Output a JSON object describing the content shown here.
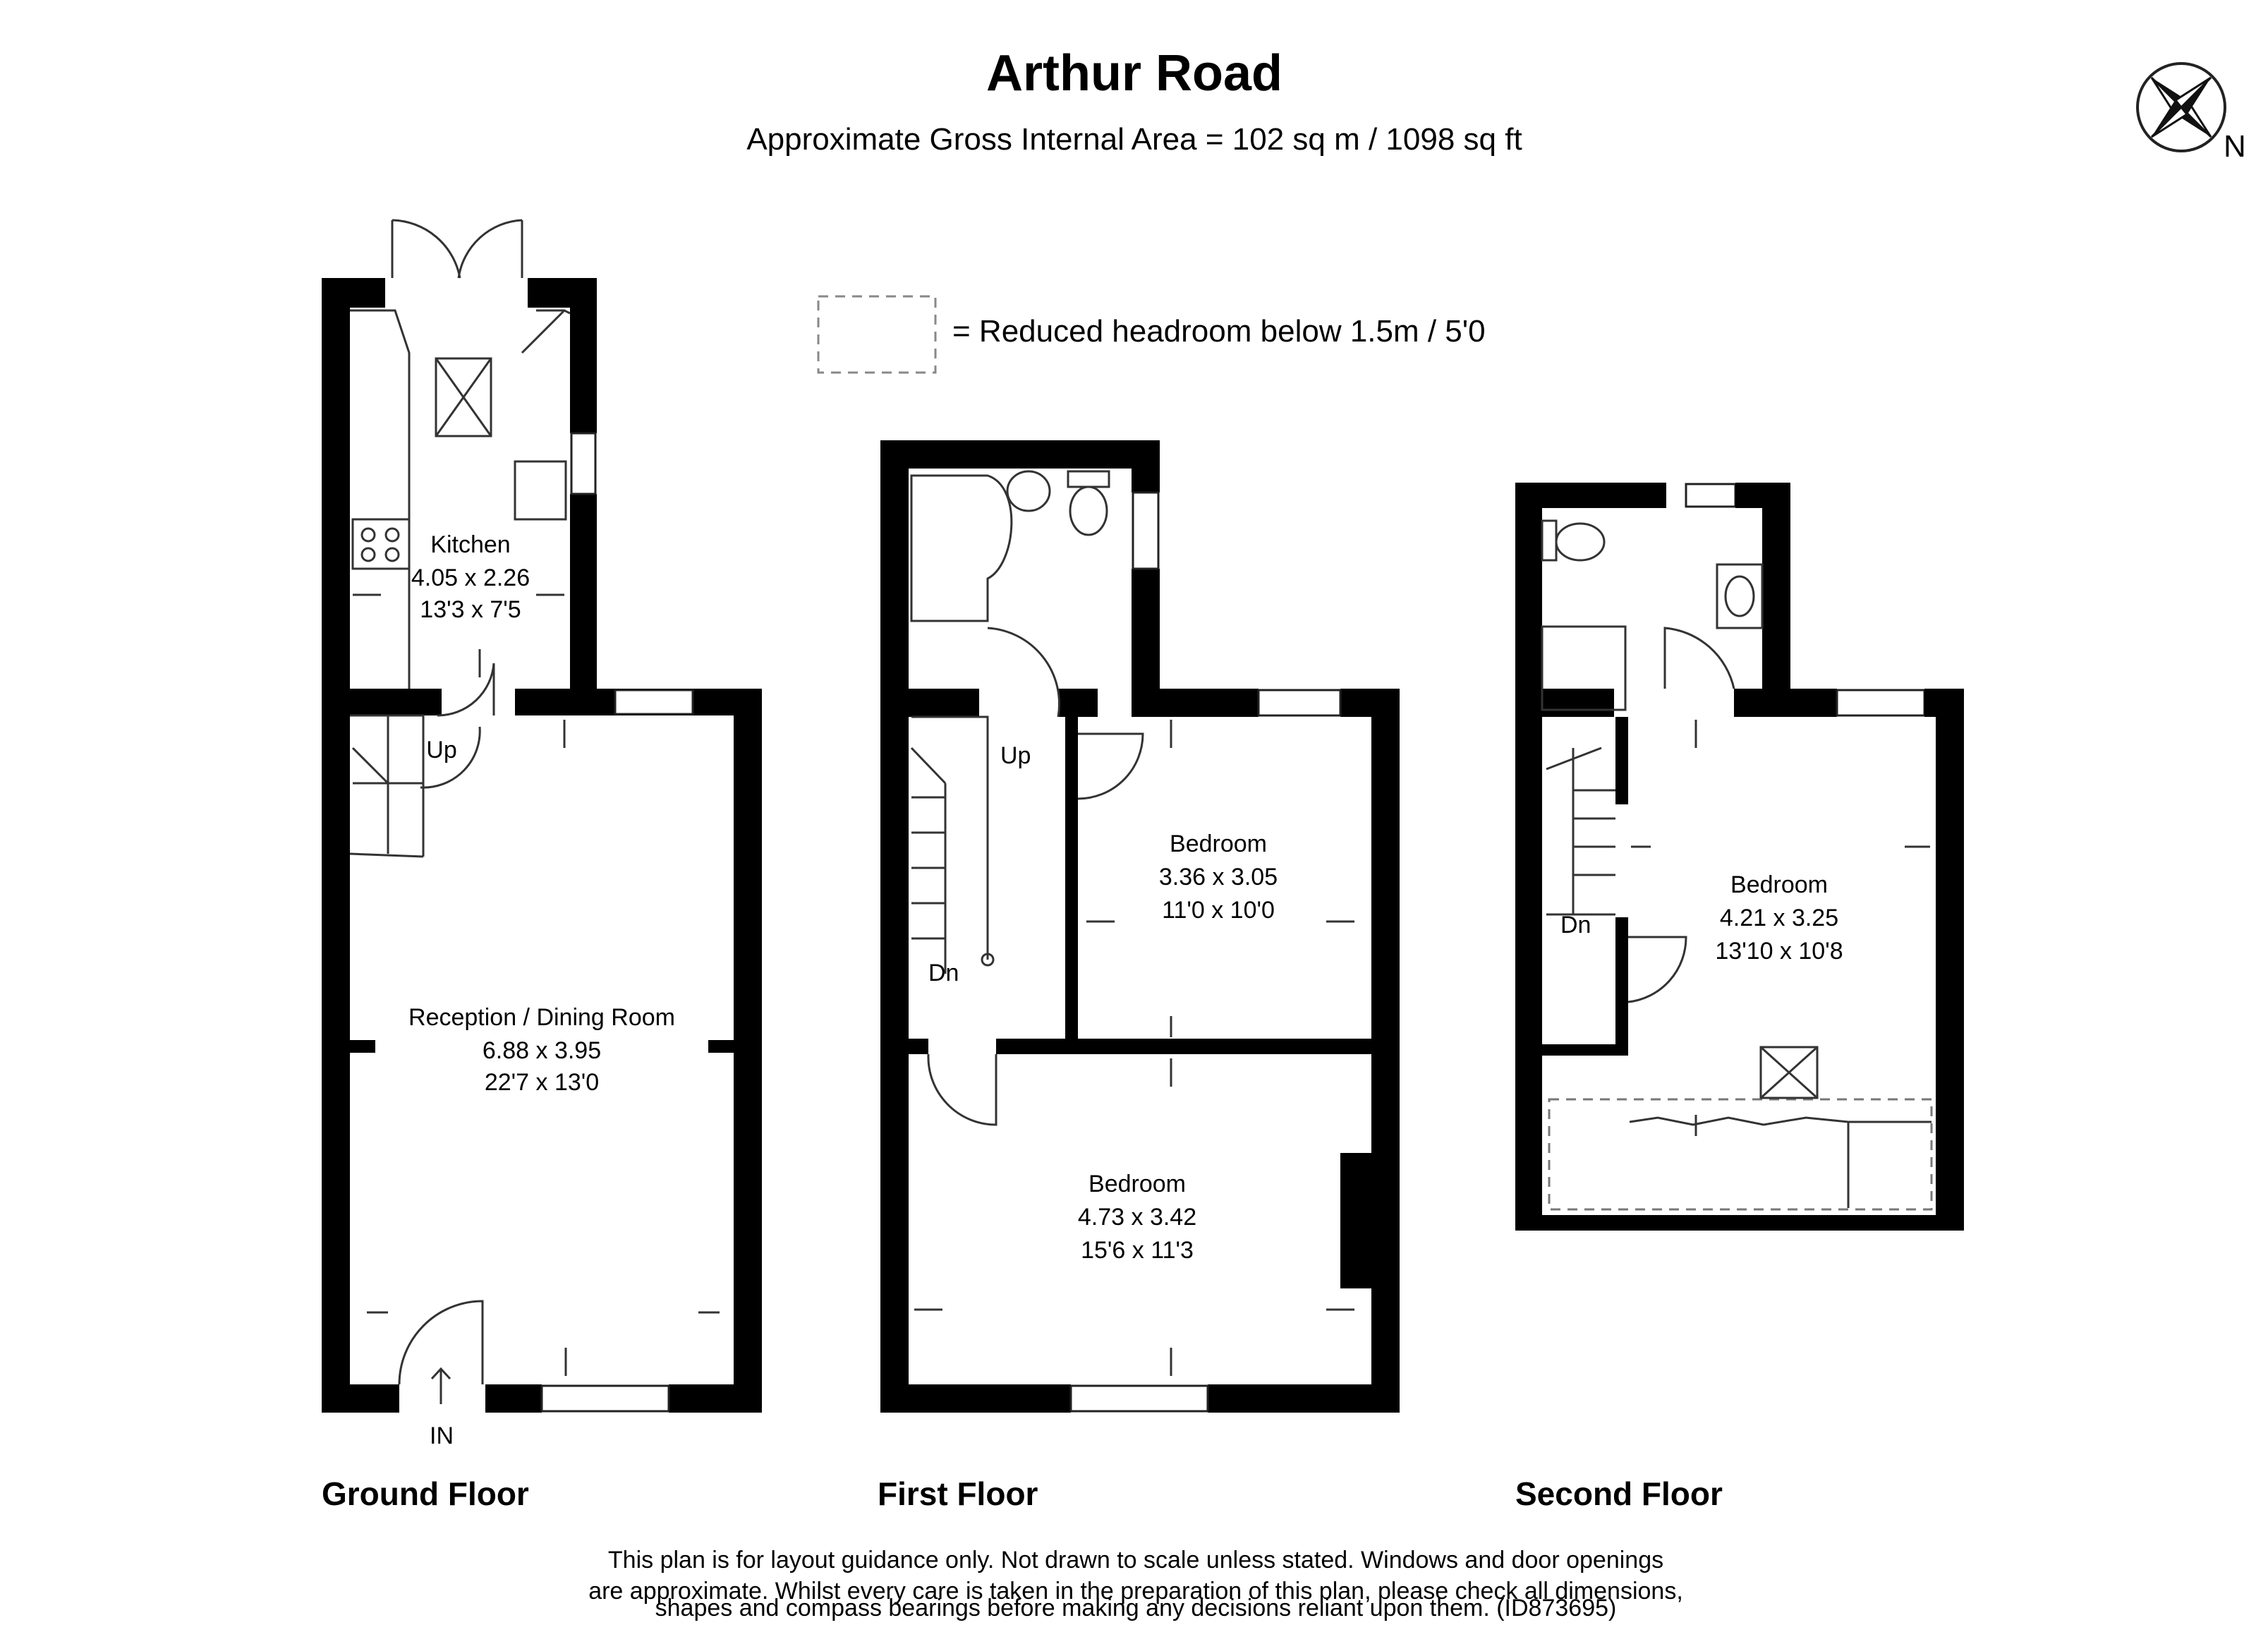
{
  "header": {
    "title": "Arthur Road",
    "subtitle": "Approximate Gross Internal Area = 102 sq m / 1098 sq ft"
  },
  "compass": {
    "label": "N",
    "icon": "compass-rose-icon"
  },
  "legend": {
    "label": "= Reduced headroom below 1.5m / 5'0"
  },
  "ground_floor": {
    "label": "Ground Floor",
    "kitchen": {
      "name": "Kitchen",
      "metric": "4.05 x 2.26",
      "imperial": "13'3 x 7'5"
    },
    "reception": {
      "name": "Reception / Dining Room",
      "metric": "6.88 x 3.95",
      "imperial": "22'7 x 13'0"
    },
    "stair_label": "Up",
    "entrance_label": "IN"
  },
  "first_floor": {
    "label": "First Floor",
    "bedroom_a": {
      "name": "Bedroom",
      "metric": "3.36 x 3.05",
      "imperial": "11'0 x 10'0"
    },
    "bedroom_b": {
      "name": "Bedroom",
      "metric": "4.73 x 3.42",
      "imperial": "15'6 x 11'3"
    },
    "stair_up": "Up",
    "stair_down": "Dn"
  },
  "second_floor": {
    "label": "Second Floor",
    "bedroom": {
      "name": "Bedroom",
      "metric": "4.21 x 3.25",
      "imperial": "13'10 x 10'8"
    },
    "stair_down": "Dn"
  },
  "disclaimer": {
    "line1": "This plan is for layout guidance only. Not drawn to scale unless stated. Windows and door openings",
    "line2": "are approximate. Whilst every care is taken in the preparation of this plan, please check all dimensions,",
    "line3": "shapes and compass bearings before making any decisions reliant upon them. (ID873695)"
  }
}
